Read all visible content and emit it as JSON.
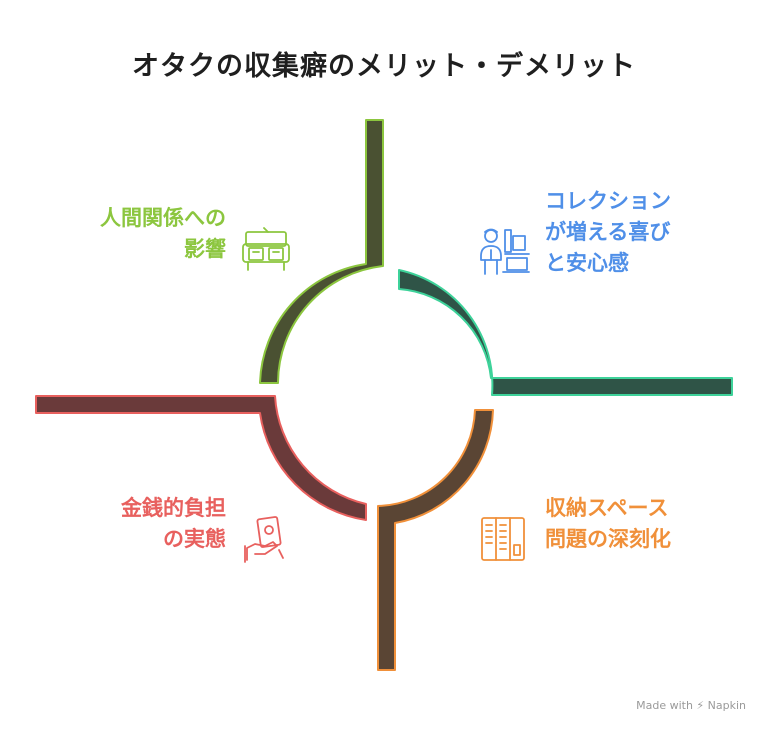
{
  "title": "オタクの収集癖のメリット・デメリット",
  "quadrants": {
    "top_left": {
      "lines": [
        "人間関係への",
        "影響"
      ],
      "color": "#8cc63f",
      "icon": "sofa-icon"
    },
    "top_right": {
      "lines": [
        "コレクション",
        "が増える喜び",
        "と安心感"
      ],
      "color": "#4f8fe8",
      "icon": "person-with-collection-icon"
    },
    "bottom_left": {
      "lines": [
        "金銭的負担",
        "の実態"
      ],
      "color": "#e8605e",
      "icon": "hand-with-money-icon"
    },
    "bottom_right": {
      "lines": [
        "収納スペース",
        "問題の深刻化"
      ],
      "color": "#f0903a",
      "icon": "storage-shelf-icon"
    }
  },
  "watermark": "Made with ⚡ Napkin"
}
